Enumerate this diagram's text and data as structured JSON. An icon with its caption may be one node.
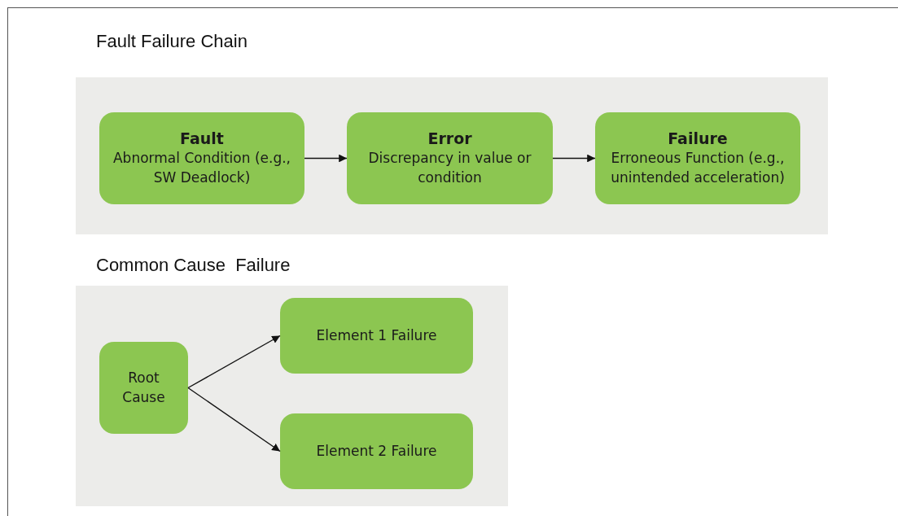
{
  "diagram": {
    "nodes": [
      {
        "text": [
          "Fault Failure Chain"
        ]
      },
      {
        "text": [
          "Fault",
          "Abnormal Condition (e.g., SW Deadlock)"
        ],
        "in": 0
      },
      {
        "text": [
          "Error",
          "Discrepancy in value or condition"
        ],
        "in": 0
      },
      {
        "text": [
          "Failure",
          "Erroneous Function (e.g., unintended acceleration)"
        ],
        "in": 0
      },
      {
        "text": [
          "Common Cause  Failure"
        ]
      },
      {
        "text": [
          "Root Cause"
        ],
        "in": 4
      },
      {
        "text": [
          "Element 1 Failure"
        ],
        "in": 4
      },
      {
        "text": [
          "Element 2 Failure"
        ],
        "in": 4
      }
    ],
    "edges": [
      {
        "from": 1,
        "to": 2,
        "arrow": "to"
      },
      {
        "from": 2,
        "to": 3,
        "arrow": "to"
      },
      {
        "from": 5,
        "to": 6,
        "arrow": "to"
      },
      {
        "from": 5,
        "to": 7,
        "arrow": "to"
      }
    ]
  }
}
